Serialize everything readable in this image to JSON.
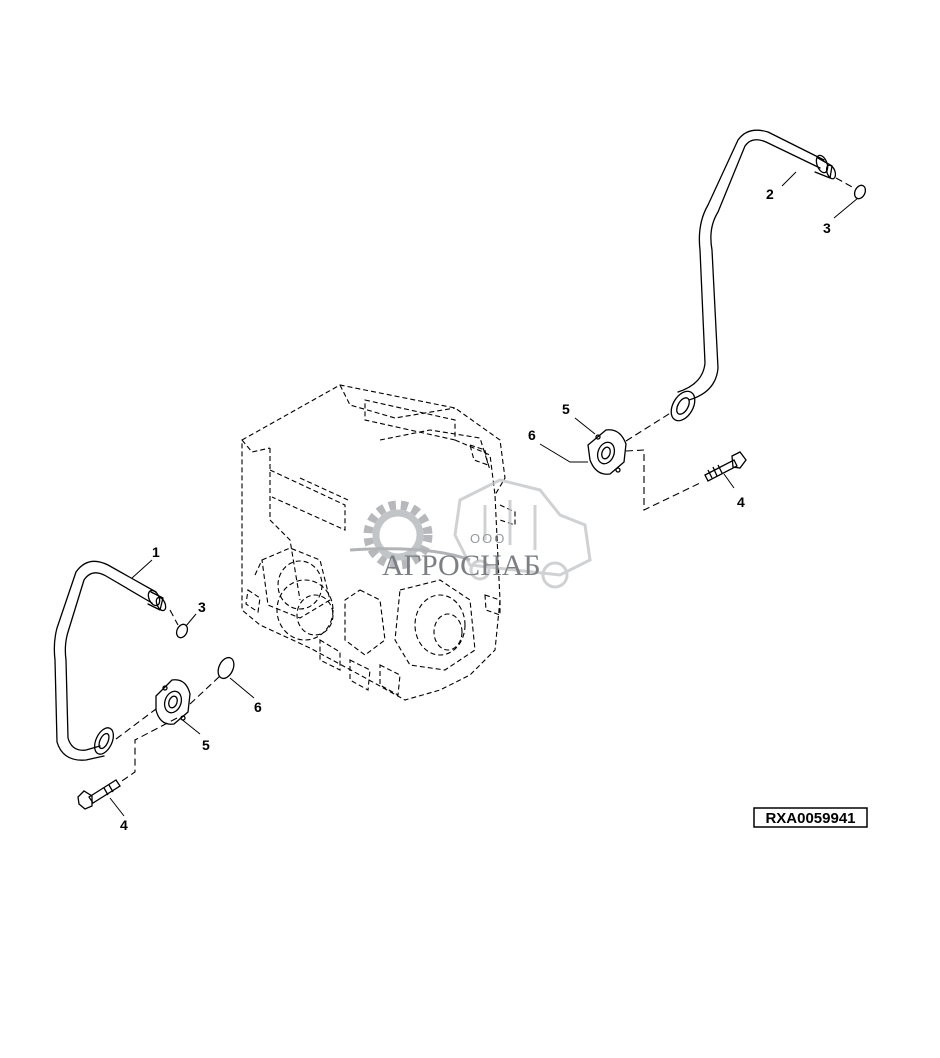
{
  "figure_id": "RXA0059941",
  "watermark": {
    "company_prefix": "ООО",
    "company_name": "АГРОСНАБ"
  },
  "callouts": {
    "c1": "1",
    "c2": "2",
    "c3a": "3",
    "c3b": "3",
    "c4a": "4",
    "c4b": "4",
    "c5a": "5",
    "c5b": "5",
    "c6a": "6",
    "c6b": "6"
  },
  "colors": {
    "line": "#000000",
    "watermark_gray": "#5c6066",
    "watermark_light": "#c4c6c9"
  }
}
